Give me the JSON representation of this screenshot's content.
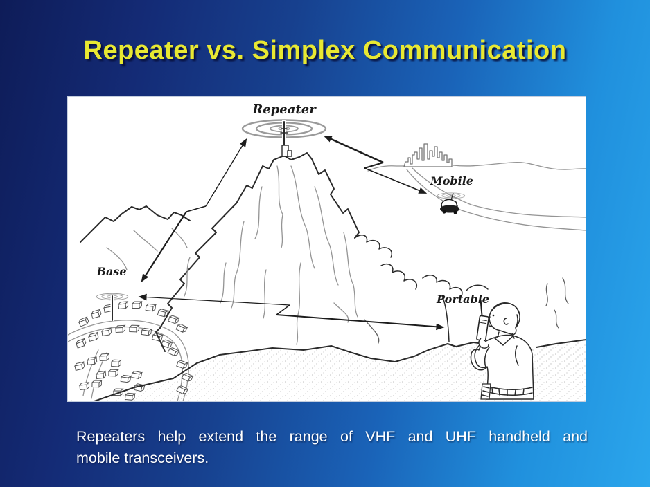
{
  "slide": {
    "title": "Repeater vs. Simplex Communication",
    "caption_line1": "Repeaters help extend the range of VHF and UHF handheld and",
    "caption_line2": "mobile transceivers."
  },
  "diagram": {
    "labels": {
      "repeater": "Repeater",
      "base": "Base",
      "mobile": "Mobile",
      "portable": "Portable"
    },
    "icons": {
      "repeater": "antenna-with-radio-waves-icon",
      "base": "antenna-with-radio-waves-icon",
      "mobile": "car-with-antenna-icon",
      "portable": "person-with-handheld-radio-icon",
      "city": "city-skyline-icon",
      "links": "double-headed-lightning-arrow-icon"
    }
  },
  "colors": {
    "bg_gradient": [
      "#0e1c58",
      "#142b76",
      "#17418f",
      "#1a63b8",
      "#2090dd",
      "#2ba6ec"
    ],
    "title_text": "#e8e832",
    "title_shadow": "#08103c",
    "caption_text": "#ffffff",
    "panel_bg": "#ffffff",
    "ink_dark": "#2a2a2a",
    "ink_light": "#949494"
  }
}
